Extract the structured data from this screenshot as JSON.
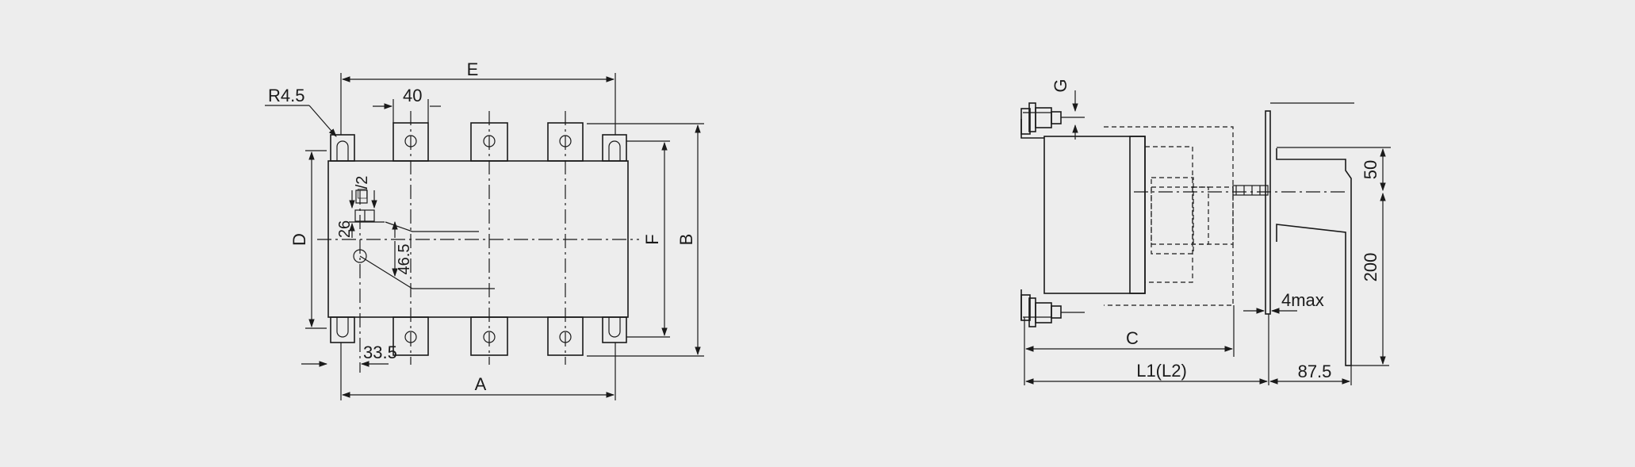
{
  "front_view": {
    "labels": {
      "E": "E",
      "R": "R4.5",
      "d40": "40",
      "D": "D",
      "F": "F",
      "B": "B",
      "A": "A",
      "d33": "33.5",
      "d26": "26",
      "d46": "46.5",
      "sq": "□/2"
    }
  },
  "side_view": {
    "labels": {
      "G": "G",
      "d50": "50",
      "d200": "200",
      "max4": "4max",
      "C": "C",
      "L1": "L1(L2)",
      "d87": "87.5"
    }
  }
}
